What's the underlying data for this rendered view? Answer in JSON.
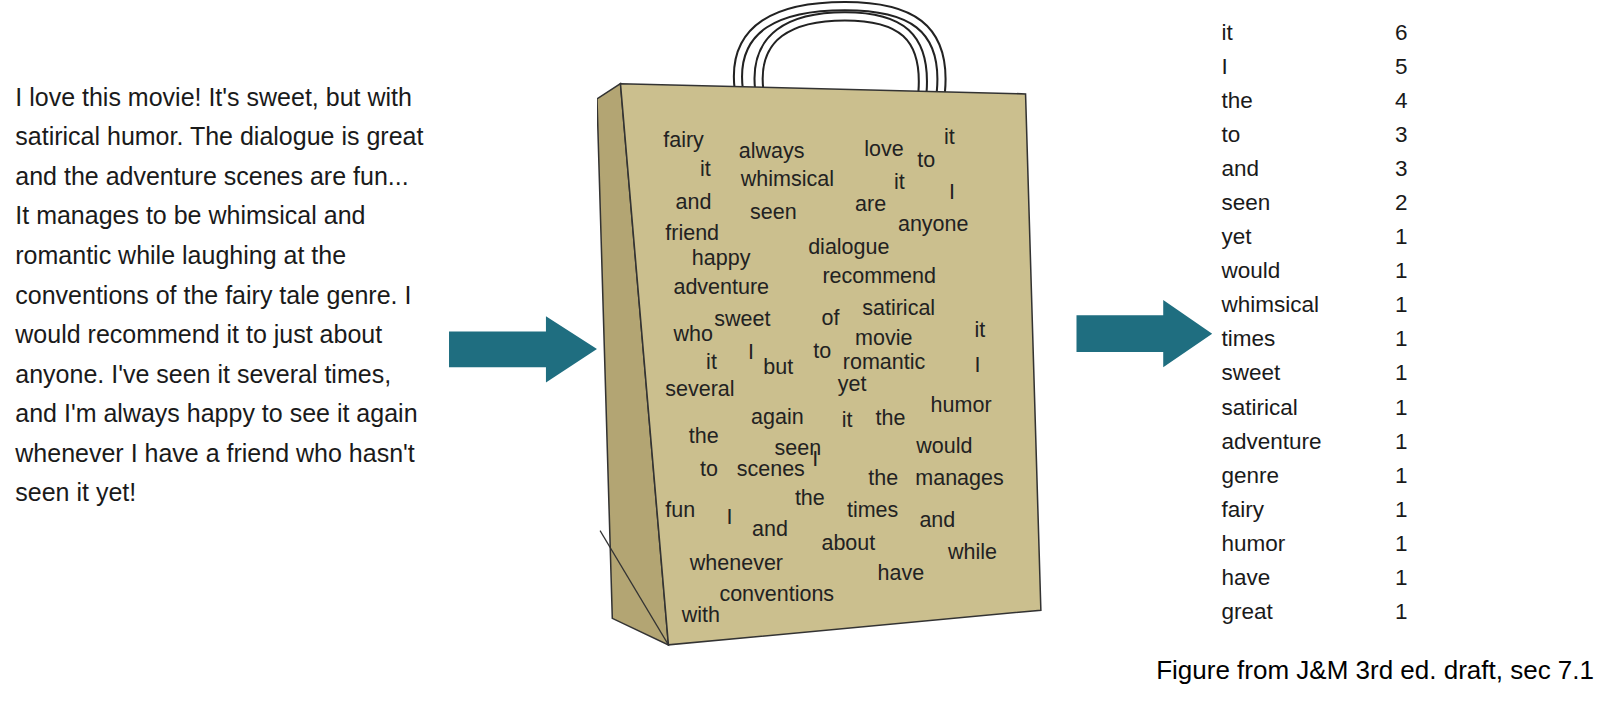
{
  "diagram": {
    "caption": "Figure from J&M 3rd ed. draft, sec 7.1",
    "nodes": [
      {
        "text": [
          "fairy",
          "always",
          "love",
          "to",
          "it",
          "it",
          "whimsical",
          "it",
          "I",
          "and",
          "seen",
          "are",
          "anyone",
          "friend",
          "happy",
          "dialogue",
          "adventure",
          "recommend",
          "who",
          "sweet",
          "of",
          "satirical",
          "it",
          "I",
          "but",
          "to",
          "movie",
          "romantic",
          "it",
          "I",
          "several",
          "yet",
          "again",
          "it",
          "the",
          "humor",
          "the",
          "seen",
          "would",
          "to",
          "scenes",
          "I",
          "the",
          "manages",
          "the",
          "fun",
          "I",
          "and",
          "about",
          "times",
          "and",
          "whenever",
          "have",
          "while",
          "with",
          "conventions"
        ]
      }
    ],
    "labels": [
      "I love this movie! It's sweet, but with satirical humor. The dialogue is great and the adventure scenes are fun... It manages to be whimsical and romantic while laughing at the conventions of the fairy tale genre. I would recommend it to just about anyone. I've seen it several times, and I'm always happy to see it again whenever I have a friend who hasn't seen it yet!",
      "it",
      "6",
      "I",
      "5",
      "the",
      "4",
      "to",
      "3",
      "and",
      "3",
      "seen",
      "2",
      "yet",
      "1",
      "would",
      "1",
      "whimsical",
      "1",
      "times",
      "1",
      "sweet",
      "1",
      "satirical",
      "1",
      "adventure",
      "1",
      "genre",
      "1",
      "fairy",
      "1",
      "humor",
      "1",
      "have",
      "1",
      "great",
      "1"
    ]
  }
}
